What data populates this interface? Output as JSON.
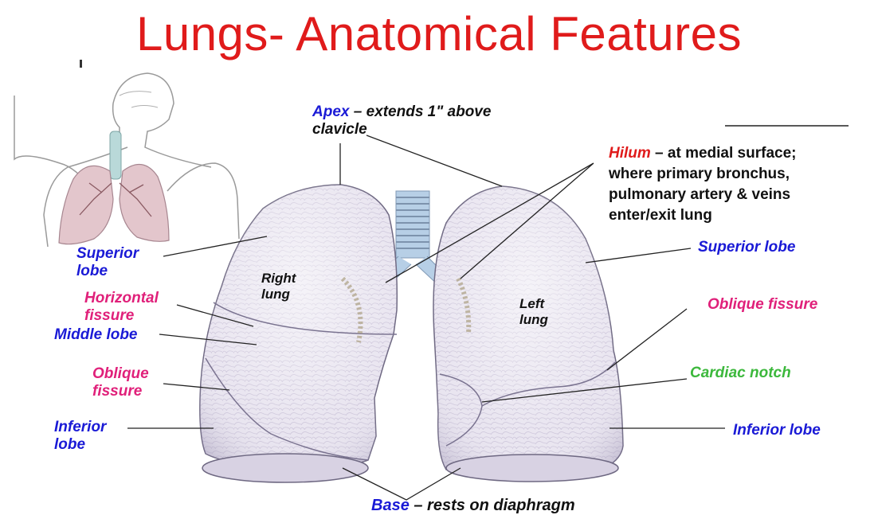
{
  "title": "Lungs- Anatomical Features",
  "lung_labels": {
    "right": "Right\nlung",
    "left": "Left\nlung"
  },
  "apex": {
    "term": "Apex",
    "desc": " – extends 1\" above\nclavicle"
  },
  "hilum": {
    "term": "Hilum",
    "desc": " – at medial surface;\nwhere primary bronchus,\npulmonary artery & veins\nenter/exit lung"
  },
  "base": {
    "term": "Base",
    "desc": " – rests on diaphragm"
  },
  "left_labels": {
    "superior_lobe": "Superior\nlobe",
    "horizontal_fissure": "Horizontal\nfissure",
    "middle_lobe": "Middle lobe",
    "oblique_fissure": "Oblique\nfissure",
    "inferior_lobe": "Inferior\nlobe"
  },
  "right_labels": {
    "superior_lobe": "Superior lobe",
    "oblique_fissure": "Oblique fissure",
    "cardiac_notch": "Cardiac notch",
    "inferior_lobe": "Inferior lobe"
  },
  "colors": {
    "title": "#e01b1b",
    "lobe_label": "#1a1ad6",
    "fissure_label": "#e0207a",
    "cardiac_notch_label": "#3cb83c",
    "lung_fill": "#e6e1ee",
    "lung_outline": "#6e6882"
  }
}
